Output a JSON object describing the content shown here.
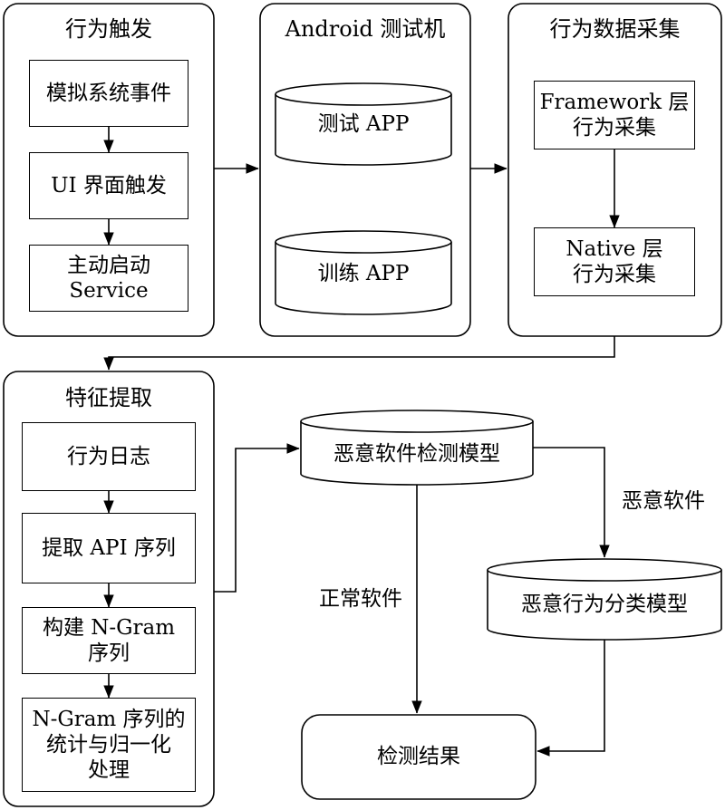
{
  "groups": {
    "behavior_trigger": {
      "title": "行为触发",
      "steps": [
        {
          "lines": [
            "模拟系统事件"
          ]
        },
        {
          "lines": [
            "UI 界面触发"
          ]
        },
        {
          "lines": [
            "主动启动",
            "Service"
          ]
        }
      ]
    },
    "android_device": {
      "title": "Android 测试机",
      "apps": [
        "测试 APP",
        "训练 APP"
      ]
    },
    "data_collection": {
      "title": "行为数据采集",
      "steps": [
        {
          "lines": [
            "Framework 层",
            "行为采集"
          ]
        },
        {
          "lines": [
            "Native 层",
            "行为采集"
          ]
        }
      ]
    },
    "feature_extraction": {
      "title": "特征提取",
      "steps": [
        {
          "lines": [
            "行为日志"
          ]
        },
        {
          "lines": [
            "提取 API 序列"
          ]
        },
        {
          "lines": [
            "构建 N-Gram",
            "序列"
          ]
        },
        {
          "lines": [
            "N-Gram 序列的",
            "统计与归一化",
            "处理"
          ]
        }
      ]
    }
  },
  "models": {
    "malware_detection": "恶意软件检测模型",
    "malicious_behavior_classification": "恶意行为分类模型"
  },
  "result": "检测结果",
  "edge_labels": {
    "malicious": "恶意软件",
    "normal": "正常软件"
  }
}
